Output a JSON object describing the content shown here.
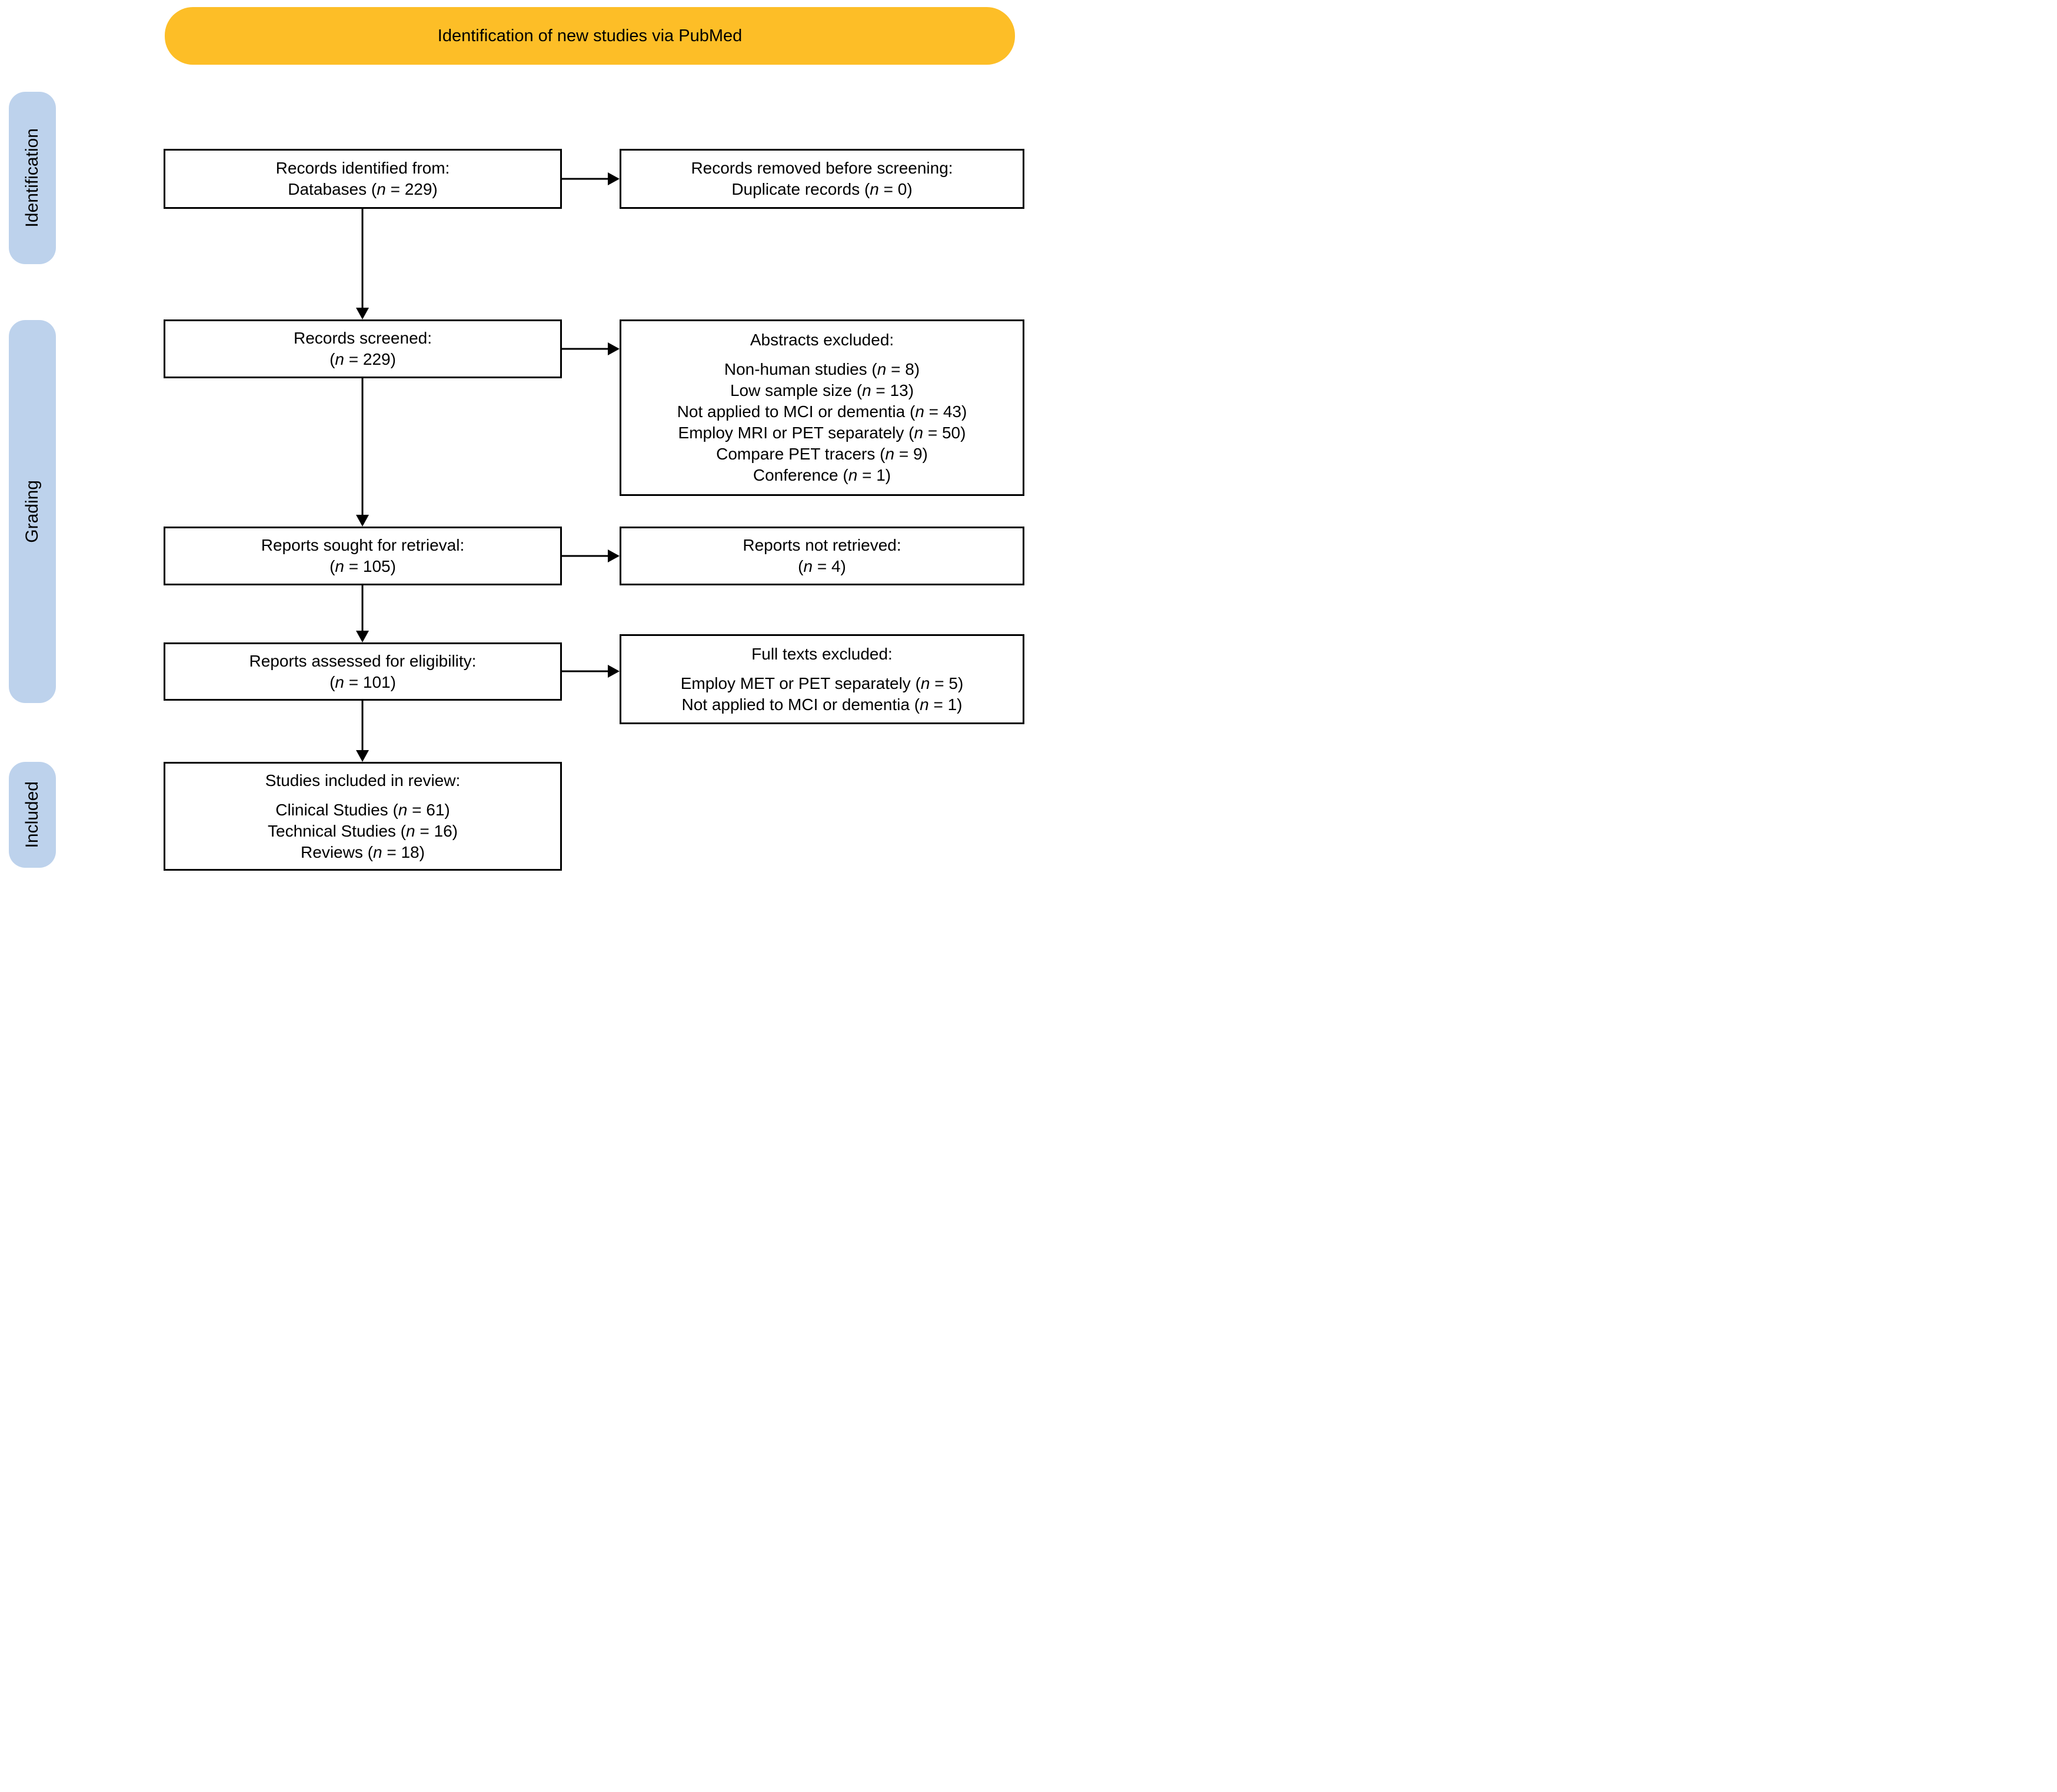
{
  "banner": {
    "label": "Identification of new studies via PubMed"
  },
  "sidebar": {
    "items": [
      {
        "id": "identification",
        "label": "Identification"
      },
      {
        "id": "grading",
        "label": "Grading"
      },
      {
        "id": "included",
        "label": "Included"
      }
    ]
  },
  "flow": {
    "n_symbol": "n",
    "boxes": {
      "identified": {
        "lines": [
          {
            "text": "Records identified from:"
          },
          {
            "text": "Databases",
            "n": "229"
          }
        ]
      },
      "removed": {
        "lines": [
          {
            "text": "Records removed before screening:"
          },
          {
            "text": "Duplicate records",
            "n": "0"
          }
        ]
      },
      "screened": {
        "lines": [
          {
            "text": "Records screened:"
          },
          {
            "n": "229"
          }
        ]
      },
      "abstracts_excluded": {
        "lines": [
          {
            "text": "Abstracts excluded:"
          },
          {
            "text": "Non-human studies",
            "n": "8",
            "gap_before": true
          },
          {
            "text": "Low sample size",
            "n": "13"
          },
          {
            "text": "Not applied to MCI or dementia",
            "n": "43"
          },
          {
            "text": "Employ MRI or PET separately",
            "n": "50"
          },
          {
            "text": "Compare PET tracers",
            "n": "9"
          },
          {
            "text": "Conference",
            "n": "1"
          }
        ]
      },
      "sought": {
        "lines": [
          {
            "text": "Reports sought for retrieval:"
          },
          {
            "n": "105"
          }
        ]
      },
      "not_retrieved": {
        "lines": [
          {
            "text": "Reports not retrieved:"
          },
          {
            "n": "4"
          }
        ]
      },
      "assessed": {
        "lines": [
          {
            "text": "Reports assessed for eligibility:"
          },
          {
            "n": "101"
          }
        ]
      },
      "fulltext_excluded": {
        "lines": [
          {
            "text": "Full texts excluded:"
          },
          {
            "text": "Employ MET or PET separately",
            "n": "5",
            "gap_before": true
          },
          {
            "text": "Not applied to MCI or dementia",
            "n": "1"
          }
        ]
      },
      "included_studies": {
        "lines": [
          {
            "text": "Studies included in review:"
          },
          {
            "text": "Clinical Studies",
            "n": "61",
            "gap_before": true
          },
          {
            "text": "Technical Studies",
            "n": "16"
          },
          {
            "text": "Reviews",
            "n": "18"
          }
        ]
      }
    }
  },
  "colors": {
    "banner_bg": "#FDBE27",
    "stage_bg": "#BDD2EC",
    "box_border": "#000000",
    "text": "#000000",
    "canvas_bg": "#FFFFFF",
    "arrow": "#000000"
  }
}
